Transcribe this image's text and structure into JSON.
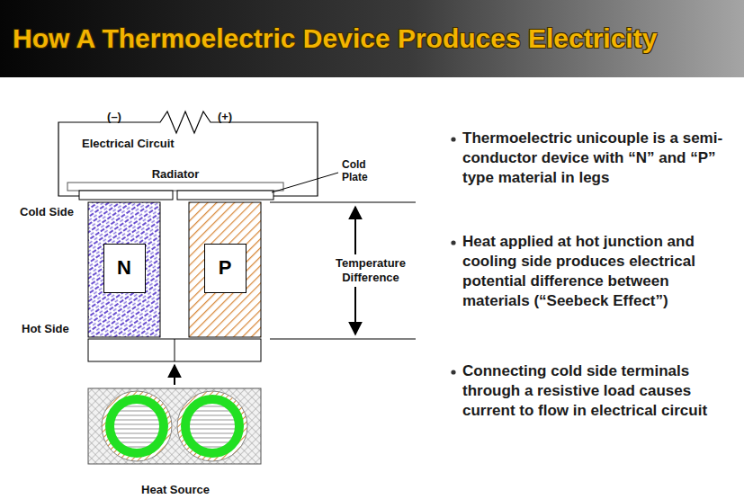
{
  "diagram": {
    "title": "How A Thermoelectric Device Produces Electricity",
    "nodes": [
      {
        "text": [
          "N"
        ]
      },
      {
        "text": [
          "P"
        ]
      }
    ],
    "labels": [
      "(–)",
      "(+)",
      "Electrical Circuit",
      "Radiator",
      "Cold Plate",
      "Cold Side",
      "Temperature Difference",
      "Hot Side",
      "Heat Source",
      "Thermoelectric unicouple is a semi-conductor device with “N” and “P” type material in legs",
      "Heat applied at hot junction and cooling side produces electrical potential difference between materials (“Seebeck Effect”)",
      "Connecting cold side terminals through a resistive load causes current to flow in electrical circuit"
    ]
  }
}
